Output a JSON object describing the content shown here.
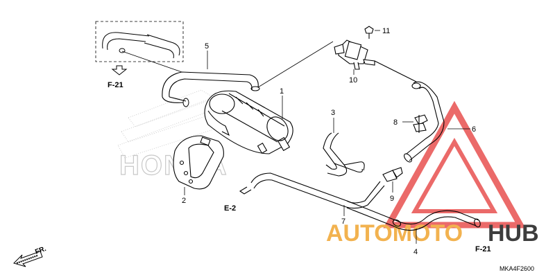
{
  "diagram": {
    "part_numbers": {
      "p1": "1",
      "p2": "2",
      "p3": "3",
      "p4": "4",
      "p5": "5",
      "p6": "6",
      "p7": "7",
      "p8": "8",
      "p9": "9",
      "p10": "10",
      "p11": "11"
    },
    "references": {
      "f21_top": "F-21",
      "e2": "E-2",
      "f21_bottom": "F-21"
    },
    "front_label": "FR.",
    "diagram_code": "MKA4F2600",
    "brand_watermark": "HONDA",
    "watermark": {
      "left": "AUTOMOTO",
      "right": "HUB"
    },
    "colors": {
      "line": "#000000",
      "watermark_orange": "#f2b24f",
      "watermark_red": "#e8514f",
      "watermark_dark": "#3d3d3d"
    }
  }
}
